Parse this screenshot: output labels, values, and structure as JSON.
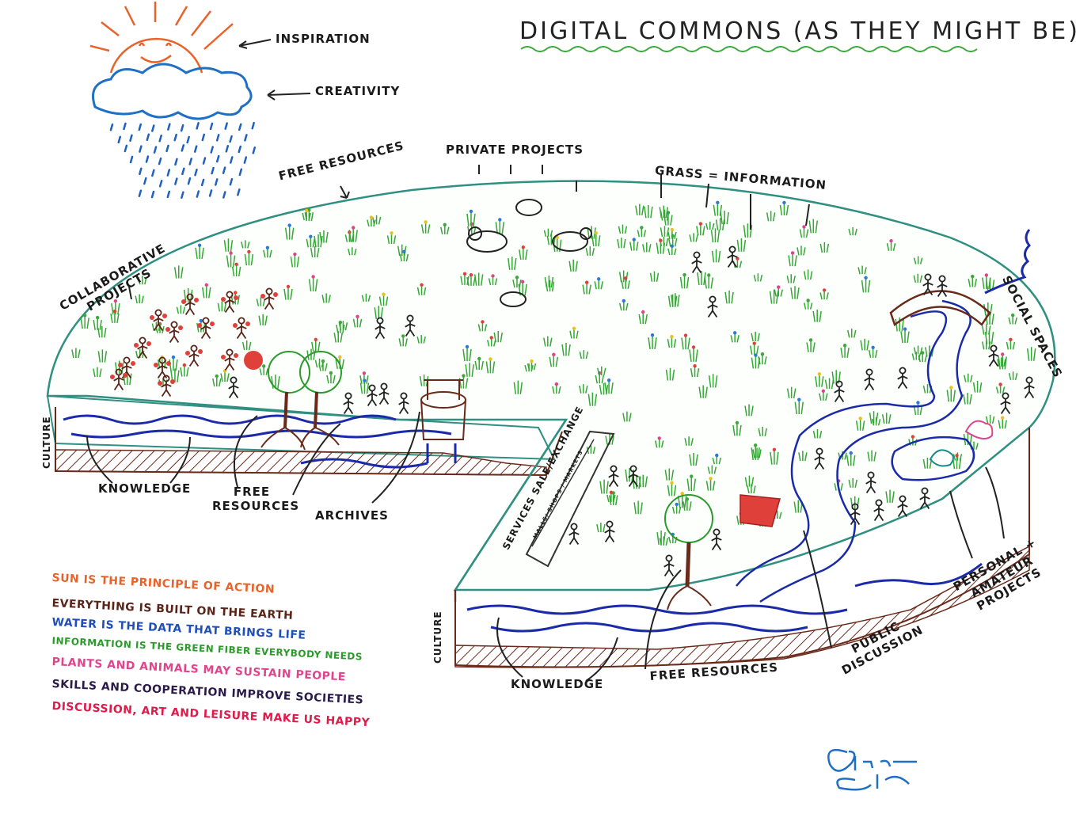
{
  "title": "DIGITAL COMMONS (AS THEY MIGHT BE)",
  "labels": {
    "inspiration": "INSPIRATION",
    "creativity": "CREATIVITY",
    "free_resources_top": "FREE RESOURCES",
    "private_projects": "PRIVATE PROJECTS",
    "grass_information": "GRASS = INFORMATION",
    "collaborative_projects": "COLLABORATIVE PROJECTS",
    "social_spaces": "SOCIAL SPACES",
    "culture_left": "CULTURE",
    "knowledge_left": "KNOWLEDGE",
    "free_resources_left": "FREE RESOURCES",
    "archives": "ARCHIVES",
    "services": "SERVICES SALE/EXCHANGE",
    "market_sign": "MALLS/ SHOPS / MARKETS",
    "culture_right": "CULTURE",
    "knowledge_right": "KNOWLEDGE",
    "free_resources_bottom": "FREE RESOURCES",
    "public_discussion": "PUBLIC DISCUSSION",
    "personal_amateur": "PERSONAL + AMATEUR PROJECTS"
  },
  "legend": [
    {
      "text": "SUN IS THE PRINCIPLE OF ACTION",
      "color": "#e8632a"
    },
    {
      "text": "EVERYTHING IS BUILT ON THE EARTH",
      "color": "#5a2418"
    },
    {
      "text": "WATER IS THE DATA THAT BRINGS LIFE",
      "color": "#1f4fb8"
    },
    {
      "text": "INFORMATION IS THE GREEN FIBER EVERYBODY NEEDS",
      "color": "#2a9b2a"
    },
    {
      "text": "PLANTS AND ANIMALS MAY SUSTAIN PEOPLE",
      "color": "#e0448c"
    },
    {
      "text": "SKILLS AND COOPERATION IMPROVE SOCIETIES",
      "color": "#2a1a4a"
    },
    {
      "text": "DISCUSSION, ART AND LEISURE MAKE US HAPPY",
      "color": "#e01a4a"
    }
  ],
  "signature": "Olivier",
  "colors": {
    "sun": "#e8632a",
    "cloud": "#1f6fc4",
    "rain": "#2060c0",
    "rim": "#2f8f80",
    "earth": "#6a2a1a",
    "water": "#1a2aa8",
    "grass": "#33a833",
    "title_underline": "#3aa83a"
  }
}
